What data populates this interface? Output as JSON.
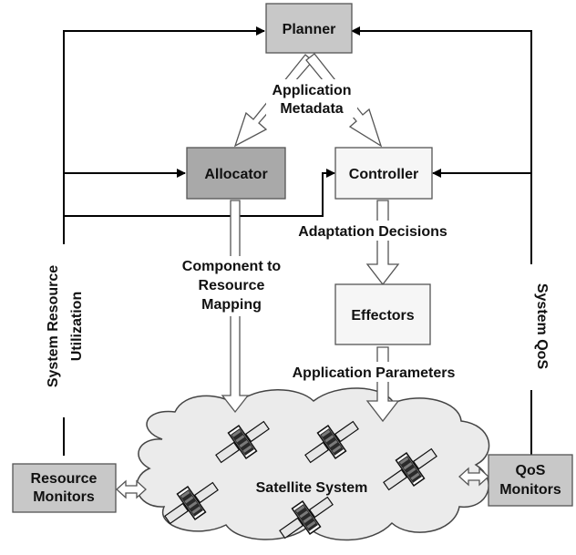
{
  "nodes": {
    "planner": {
      "label": "Planner",
      "fill": "#c8c8c8"
    },
    "allocator": {
      "label": "Allocator",
      "fill": "#a9a9a9"
    },
    "controller": {
      "label": "Controller",
      "fill": "#f6f6f6"
    },
    "effectors": {
      "label": "Effectors",
      "fill": "#f6f6f6"
    },
    "resource_monitors": {
      "label_line1": "Resource",
      "label_line2": "Monitors",
      "fill": "#c8c8c8"
    },
    "qos_monitors": {
      "label_line1": "QoS",
      "label_line2": "Monitors",
      "fill": "#c8c8c8"
    },
    "satellite_system": {
      "label": "Satellite System",
      "fill": "#ebebeb"
    }
  },
  "labels": {
    "application_metadata_1": "Application",
    "application_metadata_2": "Metadata",
    "adaptation_decisions": "Adaptation Decisions",
    "component_mapping_1": "Component to",
    "component_mapping_2": "Resource",
    "component_mapping_3": "Mapping",
    "application_parameters": "Application Parameters",
    "system_resource_1": "System Resource",
    "system_resource_2": "Utilization",
    "system_qos": "System QoS"
  },
  "icons": {
    "satellite": "satellite-icon"
  }
}
